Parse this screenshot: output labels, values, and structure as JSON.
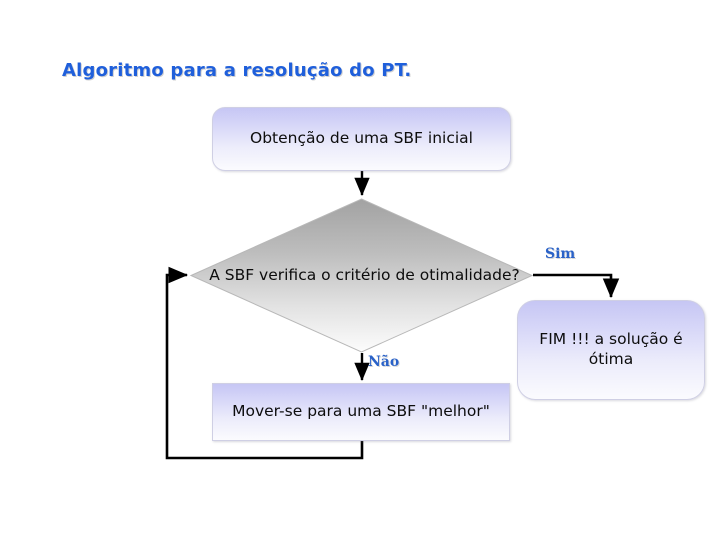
{
  "slide": {
    "title": "Algoritmo para a resolução do PT.",
    "background_color": "#ffffff",
    "title_color": "#1f5fdb"
  },
  "flowchart": {
    "nodes": [
      {
        "id": "inicial",
        "shape": "rounded-rectangle",
        "text": "Obtenção de uma SBF inicial",
        "fill_top": "#c6c6f4",
        "fill_bottom": "#fbfbfe"
      },
      {
        "id": "decisao",
        "shape": "diamond",
        "text": "A SBF verifica o critério de otimalidade?",
        "fill_top": "#a9a9a9",
        "fill_bottom": "#fcfcfc"
      },
      {
        "id": "fim",
        "shape": "rounded-rectangle",
        "text": "FIM !!! a solução é ótima",
        "fill_top": "#c6c6f4",
        "fill_bottom": "#fbfbfe"
      },
      {
        "id": "mover",
        "shape": "rectangle",
        "text": "Mover-se para uma SBF \"melhor\"",
        "fill_top": "#c6c6f4",
        "fill_bottom": "#fbfbfe"
      }
    ],
    "edges": [
      {
        "from": "inicial",
        "to": "decisao",
        "label": ""
      },
      {
        "from": "decisao",
        "to": "fim",
        "label": "Sim"
      },
      {
        "from": "decisao",
        "to": "mover",
        "label": "Não"
      },
      {
        "from": "mover",
        "to": "decisao",
        "label": ""
      }
    ],
    "edge_label_color": "#2a62c8",
    "connector_color": "#000000"
  }
}
